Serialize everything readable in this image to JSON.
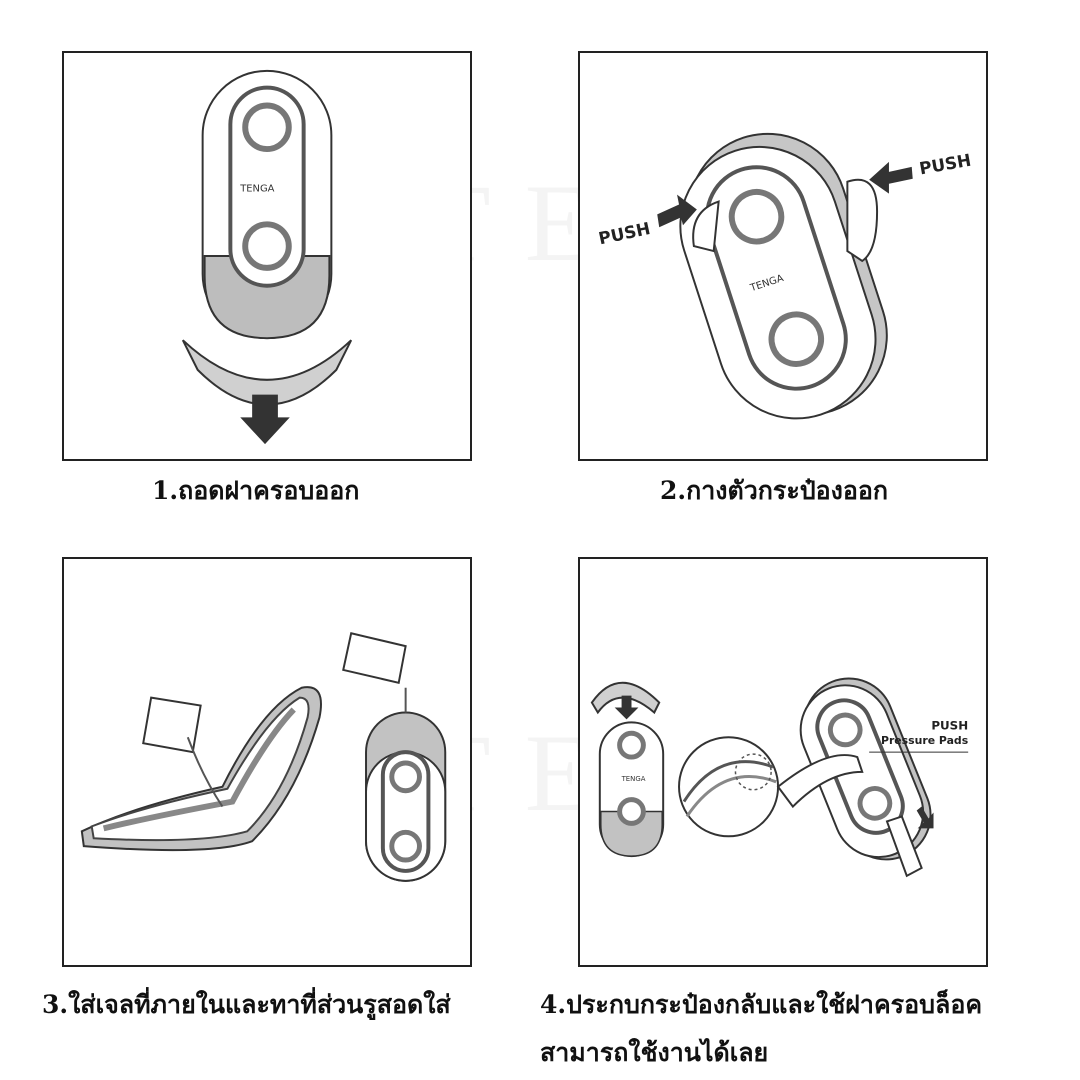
{
  "watermark": "ZAPTENGA",
  "brand": "TENGA",
  "steps": [
    {
      "caption": "1.ถอดฝาครอบออก"
    },
    {
      "caption": "2.กางตัวกระป๋องออก",
      "push_left": "PUSH",
      "push_right": "PUSH"
    },
    {
      "caption": "3.ใส่เจลที่ภายในและทาที่ส่วนรูสอดใส่"
    },
    {
      "caption_line1": "4.ประกบกระป๋องกลับและใช้ฝาครอบล็อค",
      "caption_line2": "สามารถใช้งานได้เลย",
      "push_label": "PUSH",
      "pads_label": "Pressure Pads"
    }
  ],
  "colors": {
    "frame": "#222222",
    "gray": "#b9b9b9",
    "dark": "#555555",
    "text": "#111111"
  }
}
